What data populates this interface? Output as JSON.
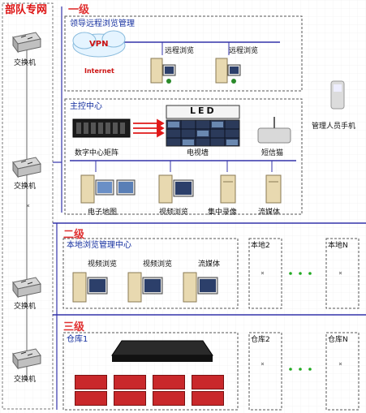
{
  "dedicated_network": "部队专网",
  "switch_label": "交换机",
  "tiers": {
    "one": "一级",
    "two": "二级",
    "three": "三级"
  },
  "leadership": {
    "title": "领导远程浏览管理",
    "vpn": "VPN",
    "internet": "Internet",
    "remote_view": "远程浏览"
  },
  "control_center": {
    "title": "主控中心",
    "led": "LED",
    "matrix": "数字中心矩阵",
    "tv_wall": "电视墙",
    "sms_cat": "短信猫",
    "emap": "电子地图",
    "video_view": "视频浏览",
    "central_record": "集中录像",
    "streaming": "流媒体"
  },
  "manager_phone": "管理人员手机",
  "local_center": {
    "title": "本地浏览管理中心",
    "video_view": "视频浏览",
    "streaming": "流媒体",
    "local2": "本地2",
    "localN": "本地N"
  },
  "warehouse": {
    "w1": "仓库1",
    "w2": "仓库2",
    "wN": "仓库N"
  },
  "colors": {
    "tier_line": "#3333aa",
    "title_red": "#dd1111",
    "title_blue": "#1530a0",
    "panel_red": "#c9282b"
  }
}
